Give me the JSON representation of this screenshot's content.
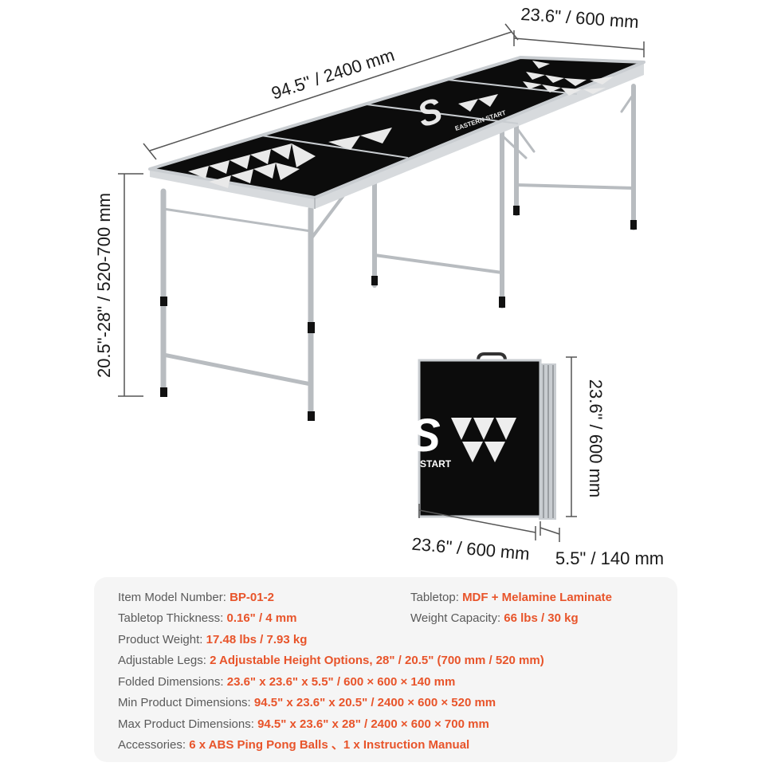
{
  "dimensions": {
    "length": "94.5\" / 2400 mm",
    "width": "23.6\" / 600 mm",
    "height": "20.5\"-28\" / 520-700 mm",
    "folded_height": "23.6\" / 600 mm",
    "folded_width": "23.6\" / 600 mm",
    "folded_depth": "5.5\" / 140 mm"
  },
  "logo": {
    "table_mark": "S",
    "table_text": "EASTERN START",
    "case_mark": "S",
    "case_text": "START"
  },
  "colors": {
    "accent": "#e8542a",
    "label": "#5a5a5a",
    "tabletop": "#0c0c0c",
    "frame": "#c9cdd1"
  },
  "specs": [
    {
      "key": "Item Model Number:",
      "value": "BP-01-2"
    },
    {
      "key": "Tabletop:",
      "value": "MDF + Melamine Laminate"
    },
    {
      "key": "Tabletop Thickness:",
      "value": "0.16\" / 4 mm"
    },
    {
      "key": "Weight Capacity:",
      "value": "66 lbs / 30 kg"
    },
    {
      "key": "Product Weight:",
      "value": "17.48 lbs / 7.93 kg"
    },
    {
      "key": "Adjustable Legs:",
      "value": "2 Adjustable Height Options, 28\" / 20.5\" (700 mm / 520 mm)"
    },
    {
      "key": "Folded Dimensions:",
      "value": "23.6\" x 23.6\" x 5.5\" / 600 × 600 × 140 mm"
    },
    {
      "key": "Min Product Dimensions:",
      "value": "94.5\" x 23.6\" x 20.5\" / 2400 × 600 × 520 mm"
    },
    {
      "key": "Max Product Dimensions:",
      "value": "94.5\" x 23.6\" x 28\" / 2400 × 600 × 700 mm"
    },
    {
      "key": "Accessories:",
      "value": "6 x ABS Ping Pong Balls 、1 x Instruction Manual"
    }
  ]
}
